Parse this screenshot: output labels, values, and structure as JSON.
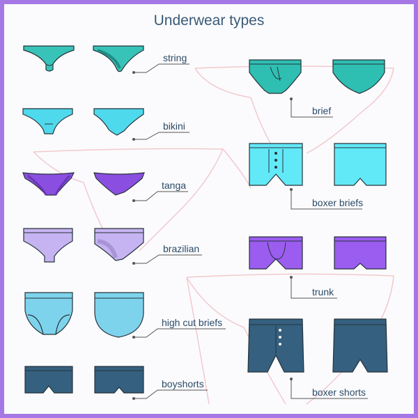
{
  "title": "Underwear types",
  "labels": {
    "string": "string",
    "bikini": "bikini",
    "tanga": "tanga",
    "brazilian": "brazilian",
    "high_cut_briefs": "high cut briefs",
    "boyshorts": "boyshorts",
    "brief": "brief",
    "boxer_briefs": "boxer briefs",
    "trunk": "trunk",
    "boxer_shorts": "boxer shorts"
  },
  "colors": {
    "frame": "#a678e6",
    "string": "#38c3b8",
    "bikini": "#4fd9ec",
    "tanga": "#8a4fe0",
    "brazilian": "#c6b4f2",
    "high_cut_briefs": "#7ed3ec",
    "boyshorts": "#35607f",
    "brief": "#2fbfb2",
    "boxer_briefs": "#62e9f8",
    "trunk": "#9b5cf0",
    "boxer_shorts": "#35607f",
    "outline": "#26323a",
    "leader": "#555555",
    "silhouette": "#f2c9cd"
  }
}
